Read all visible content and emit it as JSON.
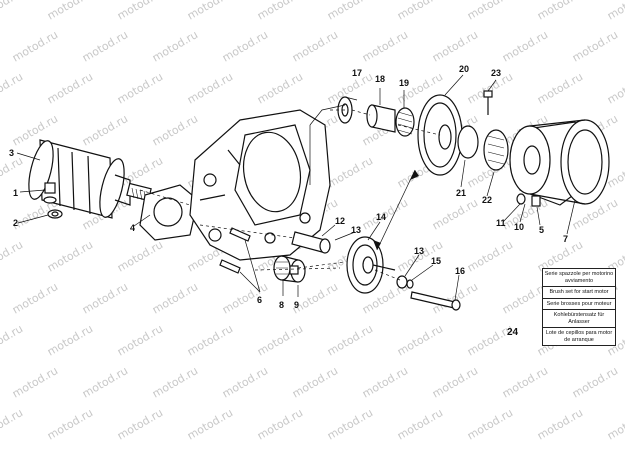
{
  "watermark": "motod.ru",
  "legend": {
    "rows": [
      "Serie spazzole per motorino avviamento",
      "Brush set for start motor",
      "Serie brosses pour moteur",
      "Kohlebürstensatz für Anlasser",
      "Lote de cepillos para motor de arranque"
    ],
    "number": "24"
  },
  "callouts": {
    "c1": "1",
    "c2": "2",
    "c3": "3",
    "c4": "4",
    "c5": "5",
    "c6": "6",
    "c7": "7",
    "c8": "8",
    "c9": "9",
    "c10": "10",
    "c11": "11",
    "c12": "12",
    "c13a": "13",
    "c13b": "13",
    "c14": "14",
    "c15": "15",
    "c16": "16",
    "c17": "17",
    "c18": "18",
    "c19": "19",
    "c20": "20",
    "c21": "21",
    "c22": "22",
    "c23": "23"
  }
}
